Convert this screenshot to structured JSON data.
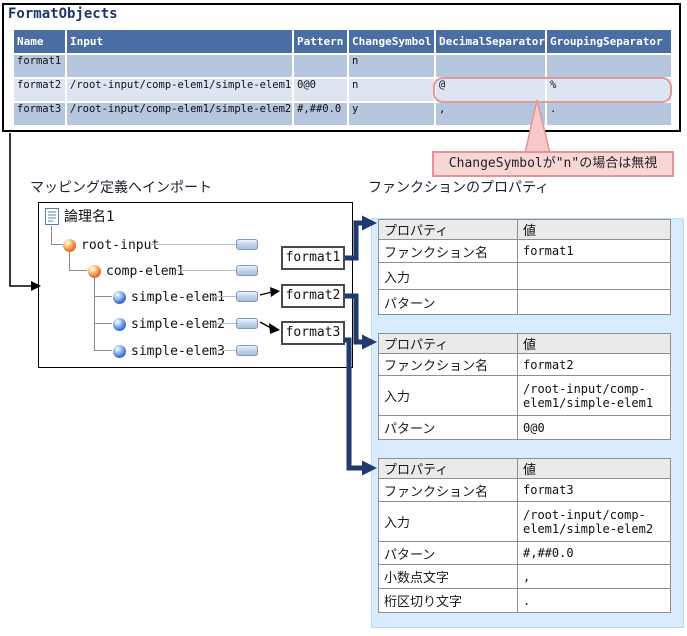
{
  "title": "FormatObjects",
  "format_table": {
    "columns": [
      "Name",
      "Input",
      "Pattern",
      "ChangeSymbol",
      "DecimalSeparator",
      "GroupingSeparator"
    ],
    "rows": [
      [
        "format1",
        "",
        "",
        "n",
        "",
        ""
      ],
      [
        "format2",
        "/root-input/comp-elem1/simple-elem1",
        "0@0",
        "n",
        "@",
        "%"
      ],
      [
        "format3",
        "/root-input/comp-elem1/simple-elem2",
        "#,##0.0",
        "y",
        ",",
        "."
      ]
    ]
  },
  "callout": {
    "text": "ChangeSymbolが\"n\"の場合は無視"
  },
  "headings": {
    "left": "マッピング定義へインポート",
    "right": "ファンクションのプロパティ"
  },
  "tree": {
    "doc_label": "論理名1",
    "nodes": [
      {
        "label": "root-input",
        "type": "complex"
      },
      {
        "label": "comp-elem1",
        "type": "complex"
      },
      {
        "label": "simple-elem1",
        "type": "simple"
      },
      {
        "label": "simple-elem2",
        "type": "simple"
      },
      {
        "label": "simple-elem3",
        "type": "simple"
      }
    ]
  },
  "format_boxes": [
    {
      "label": "format1"
    },
    {
      "label": "format2"
    },
    {
      "label": "format3"
    }
  ],
  "property_tables": [
    {
      "columns": [
        "プロパティ",
        "値"
      ],
      "rows": [
        [
          "ファンクション名",
          "format1"
        ],
        [
          "入力",
          ""
        ],
        [
          "パターン",
          ""
        ]
      ]
    },
    {
      "columns": [
        "プロパティ",
        "値"
      ],
      "rows": [
        [
          "ファンクション名",
          "format2"
        ],
        [
          "入力",
          "/root-input/comp-elem1/simple-elem1"
        ],
        [
          "パターン",
          "0@0"
        ]
      ]
    },
    {
      "columns": [
        "プロパティ",
        "値"
      ],
      "rows": [
        [
          "ファンクション名",
          "format3"
        ],
        [
          "入力",
          "/root-input/comp-elem1/simple-elem2"
        ],
        [
          "パターン",
          "#,##0.0"
        ],
        [
          "小数点文字",
          ","
        ],
        [
          "桁区切り文字",
          "."
        ]
      ]
    }
  ],
  "colors": {
    "table_header_bg": "#4a6da4",
    "row_dark": "#b6c6de",
    "row_light": "#dde5f1",
    "arrow_navy": "#1e3a6e",
    "callout_bg": "#f9d6d6",
    "callout_border": "#e49494",
    "panel_bg": "#d9ecfd"
  }
}
